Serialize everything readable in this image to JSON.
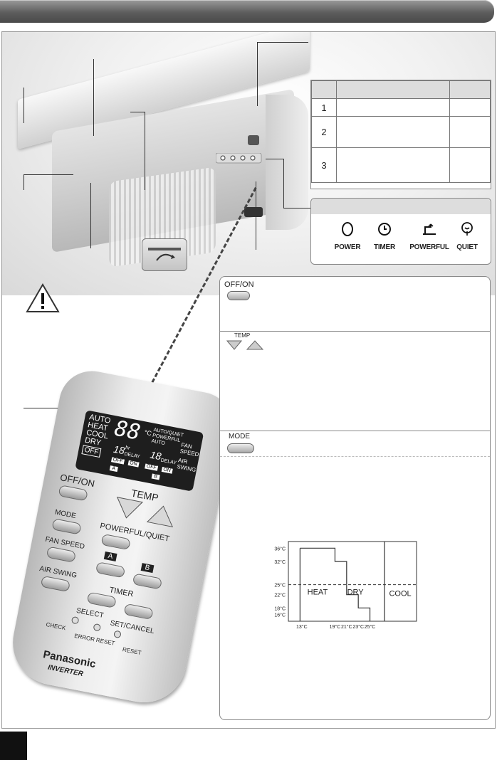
{
  "table": {
    "rows": [
      {
        "num": "1"
      },
      {
        "num": "2"
      },
      {
        "num": "3"
      }
    ]
  },
  "indicators": [
    {
      "label": "POWER",
      "icon": "power-icon"
    },
    {
      "label": "TIMER",
      "icon": "clock-icon"
    },
    {
      "label": "POWERFUL",
      "icon": "powerful-icon"
    },
    {
      "label": "QUIET",
      "icon": "quiet-icon"
    }
  ],
  "remote": {
    "display": {
      "modes": [
        "AUTO",
        "HEAT",
        "COOL",
        "DRY",
        "OFF"
      ],
      "temp": "88",
      "unit_c": "°C",
      "timer_left": "18",
      "timer_right": "18",
      "hr": "hr",
      "delay": "DELAY",
      "auto_quiet": "AUTO/QUIET",
      "powerful": "POWERFUL",
      "auto": "AUTO",
      "fan_speed": "FAN SPEED",
      "air_swing": "AIR SWING",
      "off": "OFF",
      "on": "ON",
      "a": "A",
      "b": "B"
    },
    "buttons": {
      "off_on": "OFF/ON",
      "temp": "TEMP",
      "mode": "MODE",
      "powerful_quiet": "POWERFUL/QUIET",
      "fan_speed": "FAN SPEED",
      "air_swing": "AIR SWING",
      "a": "A",
      "b": "B",
      "timer": "TIMER",
      "select": "SELECT",
      "set_cancel": "SET/CANCEL",
      "check": "CHECK",
      "error_reset": "ERROR RESET",
      "reset": "RESET"
    },
    "brand": "Panasonic",
    "sub_brand": "INVERTER"
  },
  "info": {
    "off_on": "OFF/ON",
    "temp": "TEMP",
    "mode": "MODE"
  },
  "chart_data": {
    "type": "area",
    "regions": [
      "HEAT",
      "DRY",
      "COOL"
    ],
    "y_ticks": [
      "36°C",
      "32°C",
      "25°C",
      "22°C",
      "18°C",
      "16°C"
    ],
    "x_ticks": [
      "13°C",
      "19°C",
      "21°C",
      "23°C",
      "25°C"
    ],
    "step_boundary": [
      [
        13,
        36
      ],
      [
        19,
        32
      ],
      [
        21,
        22
      ],
      [
        23,
        18
      ],
      [
        25,
        16
      ]
    ],
    "threshold_y": "25°C"
  },
  "colors": {
    "header_bar": "#5d5d5d",
    "border": "#888888",
    "display": "#1e1e1e"
  }
}
